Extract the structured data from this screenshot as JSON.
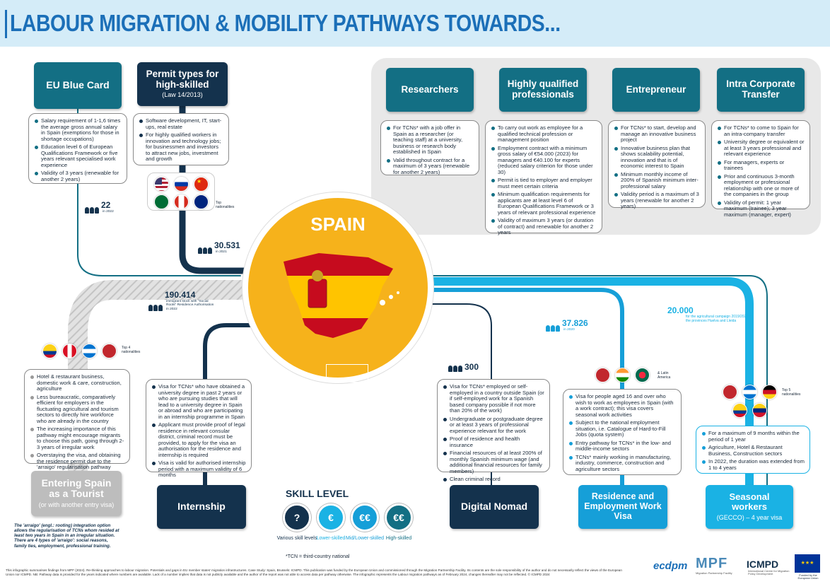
{
  "title": "LABOUR MIGRATION & MOBILITY PATHWAYS TOWARDS...",
  "center": {
    "country": "SPAIN",
    "footnote": "*TCN = third-country national"
  },
  "colors": {
    "teal": "#136f84",
    "dark": "#14324d",
    "blue": "#169fd8",
    "lightblue": "#1ab2e4",
    "grey": "#bdbdbd",
    "yellow": "#f6b21b"
  },
  "eu_blue_card": {
    "header": "EU Blue Card",
    "bullets": [
      "Salary requirement of 1-1,6 times the average gross annual salary in Spain (exemptions for those in shortage occupations)",
      "Education level 6 of European Qualifications Framework or five years relevant specialised work experience",
      "Validity of 3 years (renewable for another 2 years)"
    ],
    "stat_num": "22",
    "stat_cap": "in 2022"
  },
  "permit_high": {
    "header": "Permit types for high-skilled",
    "sub": "(Law 14/2013)",
    "bullets": [
      "Software development, IT, start-ups, real estate",
      "For highly qualified workers in innovation and technology jobs; for businessmen and investors to attract new jobs, investment and growth"
    ],
    "nat_label": "Top nationalities",
    "stat_num": "30.531",
    "stat_cap": "in 2021"
  },
  "researchers": {
    "header": "Researchers",
    "bullets": [
      "For TCNs* with a job offer in Spain as a researcher (or teaching staff) at a university, business or research body established in Spain",
      "Valid throughout contract for a maximum of 3 years (renewable for another 2 years)"
    ]
  },
  "hqp": {
    "header": "Highly qualified professionals",
    "bullets": [
      "To carry out work as employee for a qualified technical profession or management position",
      "Employment contract with a minimum gross salary of €54.000 (2023) for managers and €40.100 for experts (reduced salary criterion for those under 30)",
      "Permit is tied to employer and employer must meet certain criteria",
      "Minimum qualification requirements for applicants are at least level 6 of European Qualifications Framework or 3 years of relevant professional experience",
      "Validity of maximum 3 years (or duration of contract) and renewable for another 2 years"
    ]
  },
  "entrepreneur": {
    "header": "Entrepreneur",
    "bullets": [
      "For TCNs* to start, develop and manage an innovative business project",
      "Innovative business plan that shows scalability potential, innovation and that is of economic interest to Spain",
      "Minimum monthly income of 200% of Spanish minimum inter-professional salary",
      "Validity period is a maximum of 3 years (renewable for another 2 years)"
    ]
  },
  "ict": {
    "header": "Intra Corporate Transfer",
    "bullets": [
      "For TCNs* to come to Spain for an intra-company transfer",
      "University degree or equivalent or at least 3 years professional and relevant experience",
      "For managers, experts or trainees",
      "Prior and continuous 3-month employment or professional relationship with one or more of the companies in the group",
      "Validity of permit: 1 year maximum (trainee); 3 year maximum (manager, expert)"
    ]
  },
  "tourist": {
    "header": "Entering Spain as a Tourist",
    "sub": "(or with another entry visa)",
    "bullets": [
      "Hotel & restaurant business, domestic work & care, construction, agriculture",
      "Less bureaucratic, comparatively efficient for employers in the fluctuating agricultural and tourism sectors to directly hire workforce who are already in the country",
      "The increasing importance of this pathway might encourage migrants to choose this path, going through 2-3 years of irregular work",
      "Overstaying the visa, and obtaining the residence permit due to the 'arraigo' regularisation pathway"
    ],
    "nat_label": "Top 4 nationalities",
    "stat_num": "190.414",
    "stat_cap": "immigrant stock with \"Social Roots\" Residence Authorisation in 2022",
    "arraigo_note": "The 'arraigo' (engl.: rooting) integration option allows the regularisation of TCNs whom resided at least two years in Spain in an irregular situation. There are 4 types of 'arraigo': social reasons, family ties, employment, professional training."
  },
  "internship": {
    "header": "Internship",
    "bullets": [
      "Visa for TCNs* who have obtained a university degree in past 2 years or who are pursuing studies that will lead to a university degree in Spain or abroad and who are participating in an internship programme in Spain",
      "Applicant must provide proof of legal residence in relevant consular district, criminal record must be provided, to apply for the visa an authorisation for the residence and internship is required",
      "Visa is valid for authorised internship period with a maximum validity of 6 months"
    ]
  },
  "nomad": {
    "header": "Digital Nomad",
    "stat_num": "300",
    "bullets": [
      "Visa for TCNs* employed or self-employed in a country outside Spain (or if self-employed work for a Spanish based company possible if not more than 20% of the work)",
      "Undergraduate or postgraduate degree or at least 3 years of professional experience relevant for the work",
      "Proof of residence and health insurance",
      "Financial resources of at least 200% of monthly Spanish minimum wage (and additional financial resources for family members)",
      "Clean criminal record"
    ]
  },
  "residence": {
    "header": "Residence and Employment Work Visa",
    "stat_num": "37.826",
    "stat_cap": "in 2020",
    "nat_label": "& Latin America",
    "bullets": [
      "Visa for people aged 16 and over who wish to work as employees in Spain (with a work contract); this visa covers seasonal work activities",
      "Subject to the national employment situation, i.e. Catalogue of Hard-to-Fill Jobs (quota system)",
      "Entry pathway for TCNs* in the low- and middle-income sectors",
      "TCNs* mainly working in manufacturing, industry, commerce, construction and agriculture sectors"
    ]
  },
  "seasonal": {
    "header": "Seasonal workers",
    "sub": "(GECCO) – 4 year visa",
    "stat_num": "20.000",
    "stat_cap": "for the agricultural campaign 2019/2020 in the provinces Huelva and Lleida",
    "nat_label": "Top 5 nationalities",
    "bullets": [
      "For a maximum of 9 months within the period of 1 year",
      "Agriculture, Hotel & Restaurant Business, Construction sectors",
      "In 2022, the duration was extended from 1 to 4 years"
    ]
  },
  "skill": {
    "title": "SKILL LEVEL",
    "levels": [
      {
        "label": "Various skill levels",
        "icon": "question-icon",
        "color": "#14324d"
      },
      {
        "label": "Lower-skilled",
        "icon": "euro-icon",
        "color": "#1ab2e4"
      },
      {
        "label": "Mid/Lower-skilled",
        "icon": "euro-coins-icon",
        "color": "#169fd8"
      },
      {
        "label": "High-skilled",
        "icon": "euro-stack-icon",
        "color": "#136f84"
      }
    ]
  },
  "footer": {
    "text": "This infographic summarises findings from MPF (2024). Re-thinking approaches to labour migration. Potentials and gaps in EU member states' migration infrastructures. Case Study: Spain, Brussels: ICMPD. This publication was funded by the European Union and commissioned through the Migration Partnership Facility. Its contents are the sole responsibility of the author and do not necessarily reflect the views of the European Union nor ICMPD. NB: Pathway data is provided for the years indicated where numbers are available. Lack of a number implies that data is not publicly available and the author of the report was not able to access data per pathway otherwise. The infographic represents the Labour migration pathways as of February 2024, changes thereafter may not be reflected. © ICMPD 2024",
    "logos": [
      "ecdpm",
      "MPF",
      "ICMPD",
      "Funded by the European Union"
    ],
    "mpf_sub": "Migration Partnership Facility",
    "icmpd_sub": "International Centre for Migration Policy Development"
  }
}
